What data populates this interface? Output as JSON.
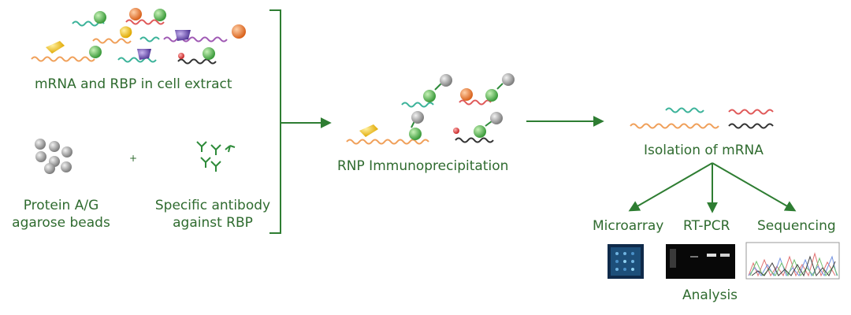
{
  "labels": {
    "cell_extract": "mRNA and RBP in cell extract",
    "beads_line1": "Protein A/G",
    "beads_line2": "agarose beads",
    "plus": "+",
    "antibody_line1": "Specific antibody",
    "antibody_line2": "against RBP",
    "rnp_ip": "RNP Immunoprecipitation",
    "isolation": "Isolation of mRNA",
    "microarray": "Microarray",
    "rtpcr": "RT-PCR",
    "sequencing": "Sequencing",
    "analysis": "Analysis"
  },
  "colors": {
    "text_green": "#2f6b2f",
    "arrow_green": "#2e7d32",
    "rna_teal": "#3cb39a",
    "rna_orange": "#f0a05a",
    "rna_purple": "#a05ab4",
    "rna_red": "#e05a5a",
    "rna_black": "#333333",
    "rbp_green": "#5cc05c",
    "rbp_orange": "#e8702a",
    "rbp_purple": "#6a4aa8",
    "rbp_yellow": "#f2c21a",
    "bead_gray": "#9a9a9a"
  }
}
